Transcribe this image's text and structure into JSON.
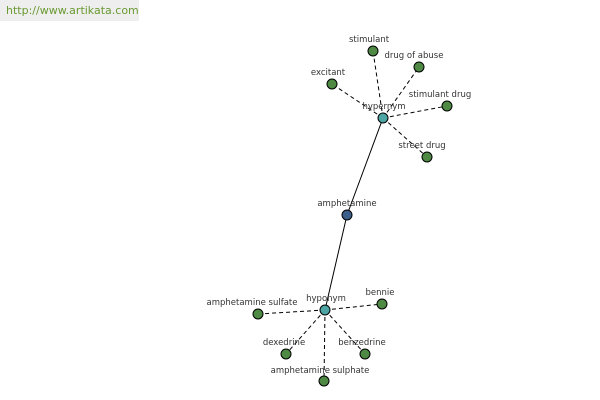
{
  "banner": {
    "url_text": "http://www.artikata.com"
  },
  "colors": {
    "center_node": "#3b5f8a",
    "relation_node": "#4da6a3",
    "leaf_node": "#4f8a45",
    "url_text": "#6a9a32",
    "banner_bg": "#eeeeee"
  },
  "graph": {
    "center": {
      "id": "amphetamine",
      "label": "amphetamine",
      "type": "center"
    },
    "relations": [
      {
        "id": "hypernym",
        "label": "hypernym",
        "type": "relation",
        "children": [
          {
            "id": "stimulant",
            "label": "stimulant"
          },
          {
            "id": "drug-of-abuse",
            "label": "drug of abuse"
          },
          {
            "id": "excitant",
            "label": "excitant"
          },
          {
            "id": "stimulant-drug",
            "label": "stimulant drug"
          },
          {
            "id": "street-drug",
            "label": "street drug"
          }
        ]
      },
      {
        "id": "hyponym",
        "label": "hyponym",
        "type": "relation",
        "children": [
          {
            "id": "bennie",
            "label": "bennie"
          },
          {
            "id": "amphetamine-sulfate",
            "label": "amphetamine sulfate"
          },
          {
            "id": "dexedrine",
            "label": "dexedrine"
          },
          {
            "id": "benzedrine",
            "label": "benzedrine"
          },
          {
            "id": "amphetamine-sulphate",
            "label": "amphetamine sulphate"
          }
        ]
      }
    ]
  }
}
